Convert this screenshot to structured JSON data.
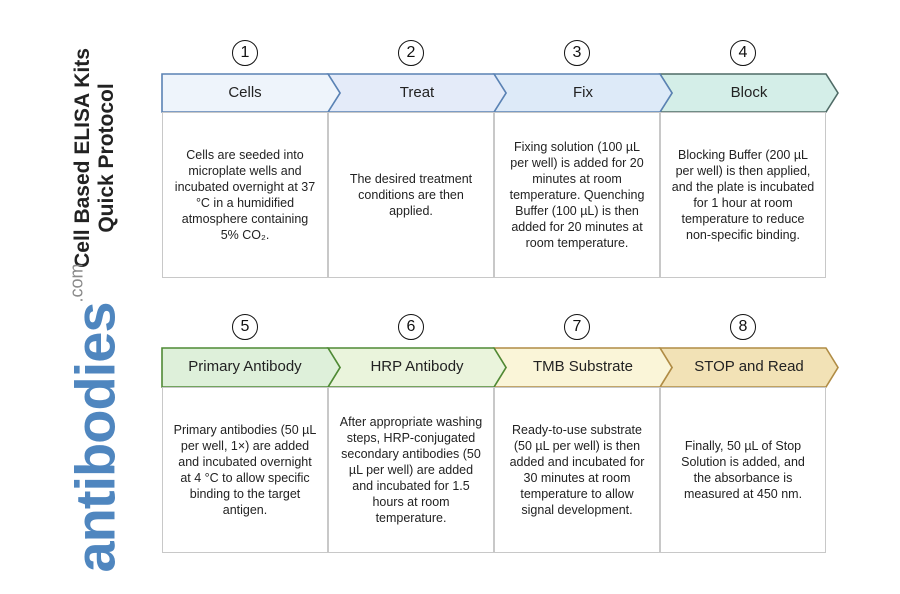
{
  "title_lines": [
    "Cell Based ELISA Kits",
    "Quick Protocol"
  ],
  "logo": {
    "main": "antibodies",
    "suffix": ".com",
    "color": "#4f86bf"
  },
  "steps": [
    {
      "number": "1",
      "label": "Cells",
      "fill": "#eef4fb",
      "stroke": "#5a82b4",
      "text": "Cells are seeded into microplate wells and incubated overnight at 37 °C in a humidified atmosphere containing 5% CO₂."
    },
    {
      "number": "2",
      "label": "Treat",
      "fill": "#e4ebf9",
      "stroke": "#5a82b4",
      "text": "The desired treatment conditions are then applied."
    },
    {
      "number": "3",
      "label": "Fix",
      "fill": "#ddeaf8",
      "stroke": "#5a82b4",
      "text": "Fixing solution (100 µL per well) is added for 20 minutes at room temperature. Quenching Buffer (100 µL) is then added for 20 minutes at room temperature."
    },
    {
      "number": "4",
      "label": "Block",
      "fill": "#d4eee8",
      "stroke": "#4f6b66",
      "text": "Blocking Buffer (200 µL per well) is then applied, and the plate is incubated for 1 hour at room temperature to reduce non-specific binding."
    },
    {
      "number": "5",
      "label": "Primary Antibody",
      "fill": "#def0da",
      "stroke": "#4f8a35",
      "text": "Primary antibodies (50 µL per well, 1×) are added and incubated overnight at 4 °C to allow specific binding to the target antigen."
    },
    {
      "number": "6",
      "label": "HRP Antibody",
      "fill": "#eaf4dc",
      "stroke": "#4f8a35",
      "text": "After appropriate washing steps, HRP-conjugated secondary antibodies (50 µL per well) are added and incubated for 1.5 hours at room temperature."
    },
    {
      "number": "7",
      "label": "TMB Substrate",
      "fill": "#faf5d8",
      "stroke": "#b08c45",
      "text": "Ready-to-use substrate (50 µL per well) is then added and incubated for 30 minutes at room temperature to allow signal development."
    },
    {
      "number": "8",
      "label": "STOP and Read",
      "fill": "#f2e2b6",
      "stroke": "#b08c45",
      "text": "Finally, 50 µL of Stop Solution is added, and the absorbance is measured at 450 nm."
    }
  ]
}
